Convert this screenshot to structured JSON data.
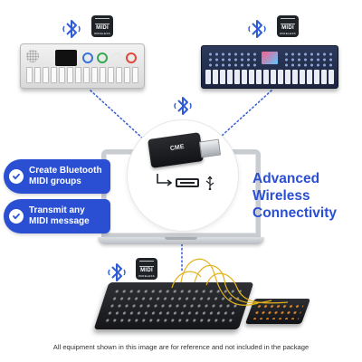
{
  "features": [
    {
      "label_line1": "Create Bluetooth",
      "label_line2": "MIDI groups"
    },
    {
      "label_line1": "Transmit any",
      "label_line2": "MIDI message"
    }
  ],
  "headline": {
    "line1": "Advanced",
    "line2": "Wireless",
    "line3": "Connectivity"
  },
  "dongle": {
    "brand": "CME"
  },
  "badges": [
    {
      "word": "MIDI",
      "sub": "WIRELESS"
    },
    {
      "word": "MIDI",
      "sub": "WIRELESS"
    },
    {
      "word": "MIDI",
      "sub": "WIRELESS"
    }
  ],
  "footnote": "All equipment shown in this image are for reference and not included in the package",
  "colors": {
    "brand_blue": "#2a4fd3",
    "bluetooth_blue": "#2f5bd6",
    "dotted_line": "#3b64d8",
    "cable_yellow": "#e2b21a"
  }
}
